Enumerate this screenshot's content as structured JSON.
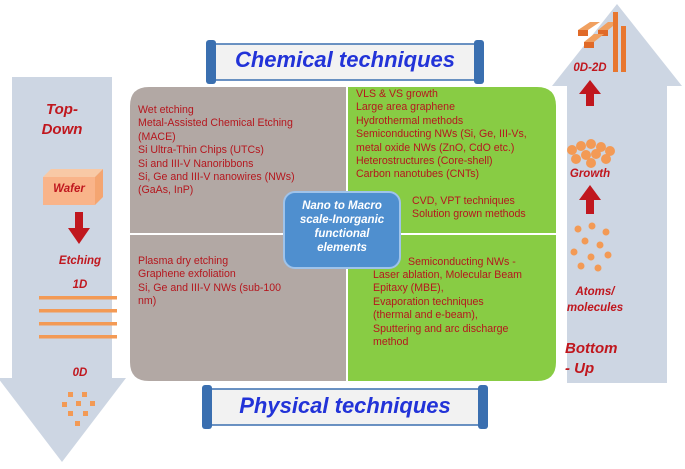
{
  "banners": {
    "top": "Chemical techniques",
    "bottom": "Physical techniques"
  },
  "left_arrow": {
    "title_line1": "Top-",
    "title_line2": "Down",
    "wafer": "Wafer",
    "etching": "Etching",
    "one_d": "1D",
    "zero_d": "0D"
  },
  "right_arrow": {
    "title": "0D-2D",
    "growth": "Growth",
    "atoms_line1": "Atoms/",
    "atoms_line2": "molecules",
    "bottom_line1": "Bottom",
    "bottom_line2": "- Up"
  },
  "center": {
    "line1": "Nano to Macro",
    "line2": "scale-Inorganic",
    "line3": "functional",
    "line4": "elements"
  },
  "quadrants": {
    "top_left": [
      "Wet etching",
      "Metal-Assisted Chemical Etching",
      "(MACE)",
      "Si Ultra-Thin Chips (UTCs)",
      "Si and III-V Nanoribbons",
      "Si, Ge and III-V nanowires (NWs)",
      "(GaAs, InP)"
    ],
    "top_right": [
      "VLS & VS growth",
      "Large area graphene",
      "Hydrothermal methods",
      "Semiconducting NWs (Si, Ge, III-Vs,",
      "metal oxide NWs (ZnO, CdO  etc.)",
      "Heterostructures (Core-shell)",
      "Carbon nanotubes (CNTs)"
    ],
    "top_right_extra": [
      "CVD, VPT techniques",
      "Solution grown methods"
    ],
    "bottom_left": [
      "Plasma dry etching",
      "Graphene exfoliation",
      "Si, Ge and III-V NWs (sub-100",
      "nm)"
    ],
    "bottom_right_first": "Semiconducting NWs -",
    "bottom_right": [
      "Laser ablation, Molecular Beam",
      "Epitaxy (MBE),",
      "Evaporation techniques",
      "(thermal and e-beam),",
      "Sputtering and arc discharge",
      "method"
    ]
  },
  "colors": {
    "arrow_fill": "#cdd6e3",
    "gray_quadrant": "#b2a8a4",
    "green_quadrant": "#88cc44",
    "text_red": "#b5171e",
    "banner_blue": "#2233d8",
    "banner_fill": "#f2f2f2",
    "banner_border": "#3a6fb0",
    "orange": "#f39a55",
    "dark_red": "#c0171e"
  }
}
